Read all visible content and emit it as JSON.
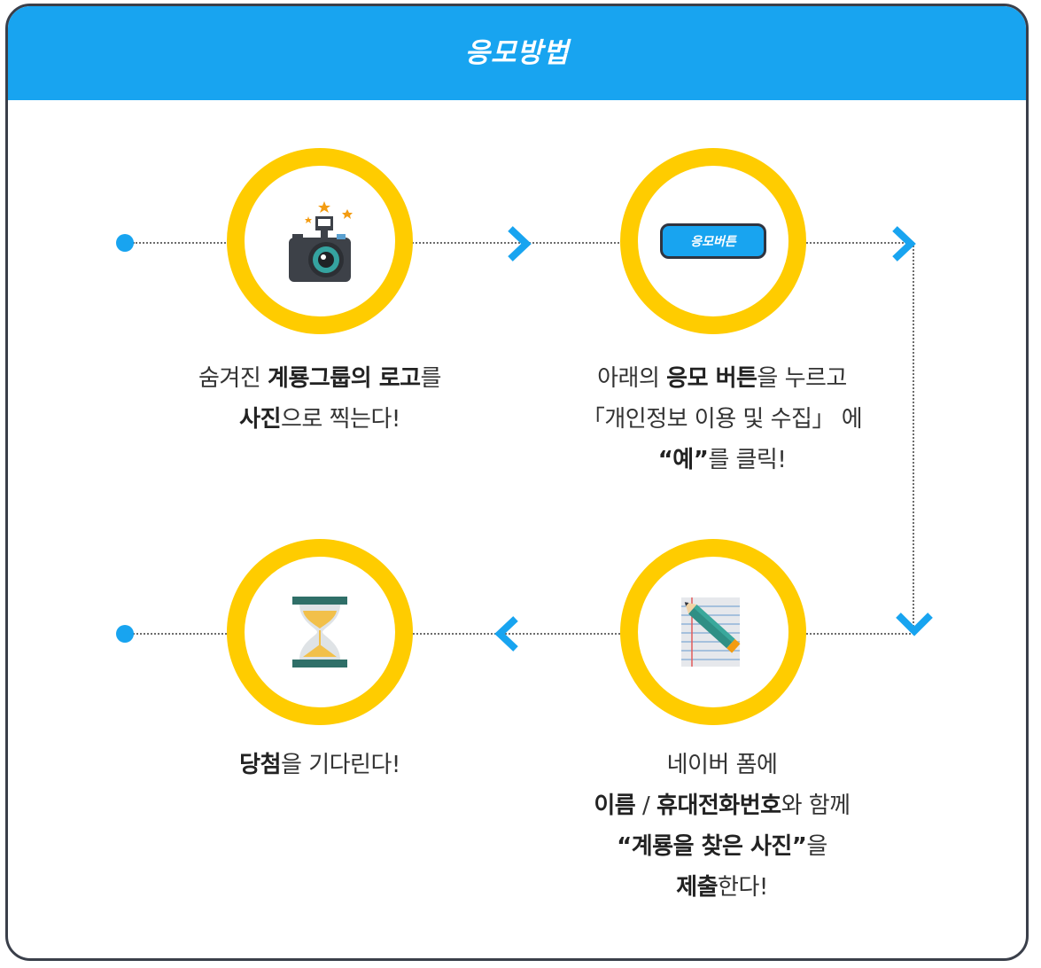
{
  "header": {
    "title": "응모방법"
  },
  "steps": [
    {
      "icon": "camera-icon",
      "lines": [
        [
          {
            "t": "숨겨진 ",
            "b": false
          },
          {
            "t": "계룡그룹의 로고",
            "b": true
          },
          {
            "t": "를",
            "b": false
          }
        ],
        [
          {
            "t": "사진",
            "b": true
          },
          {
            "t": "으로 찍는다!",
            "b": false
          }
        ]
      ]
    },
    {
      "icon": "apply-button",
      "button_label": "응모버튼",
      "lines": [
        [
          {
            "t": "아래의 ",
            "b": false
          },
          {
            "t": "응모 버튼",
            "b": true
          },
          {
            "t": "을 누르고",
            "b": false
          }
        ],
        [
          {
            "t": "「개인정보 이용 및 수집」 에",
            "b": false
          }
        ],
        [
          {
            "t": "“예”",
            "b": true
          },
          {
            "t": "를 클릭!",
            "b": false
          }
        ]
      ]
    },
    {
      "icon": "notepad-pencil-icon",
      "lines": [
        [
          {
            "t": "네이버 폼에",
            "b": false
          }
        ],
        [
          {
            "t": "이름",
            "b": true
          },
          {
            "t": " / ",
            "b": false
          },
          {
            "t": "휴대전화번호",
            "b": true
          },
          {
            "t": "와 함께",
            "b": false
          }
        ],
        [
          {
            "t": "“계룡을 찾은 사진”",
            "b": true
          },
          {
            "t": "을",
            "b": false
          }
        ],
        [
          {
            "t": "제출",
            "b": true
          },
          {
            "t": "한다!",
            "b": false
          }
        ]
      ]
    },
    {
      "icon": "hourglass-icon",
      "lines": [
        [
          {
            "t": "당첨",
            "b": true
          },
          {
            "t": "을 기다린다!",
            "b": false
          }
        ]
      ]
    }
  ],
  "colors": {
    "header": "#18a4f0",
    "ring": "#ffcc00",
    "accent": "#18a4f0",
    "border": "#3a3f4a"
  }
}
